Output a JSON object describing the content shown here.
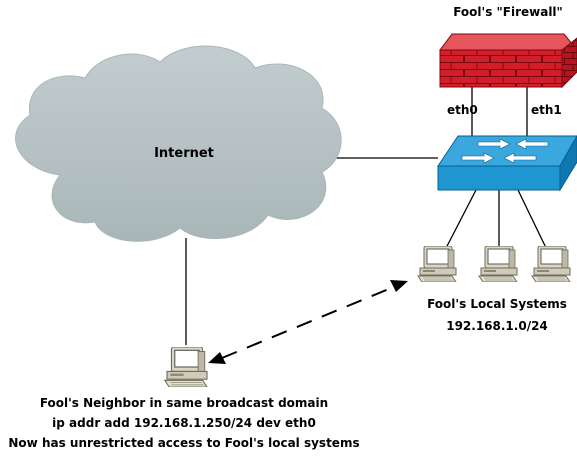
{
  "labels": {
    "firewall": "Fool's \"Firewall\"",
    "eth0": "eth0",
    "eth1": "eth1",
    "internet": "Internet",
    "local_systems": "Fool's Local Systems",
    "local_subnet": "192.168.1.0/24",
    "neighbor_line1": "Fool's Neighbor in same broadcast domain",
    "neighbor_line2": "ip addr add 192.168.1.250/24 dev eth0",
    "neighbor_line3": "Now has unrestricted access to Fool's local systems"
  },
  "icons": {
    "cloud": "cloud-icon",
    "firewall": "brick-firewall-icon",
    "switch": "network-switch-icon",
    "computer": "desktop-computer-icon"
  },
  "colors": {
    "cloud_fill": "#b4c0c2",
    "firewall_red": "#d11e2a",
    "firewall_dark": "#8a0b12",
    "switch_blue": "#1e96d2",
    "switch_dark": "#0b5f8f",
    "computer_beige": "#d9d6c4"
  }
}
